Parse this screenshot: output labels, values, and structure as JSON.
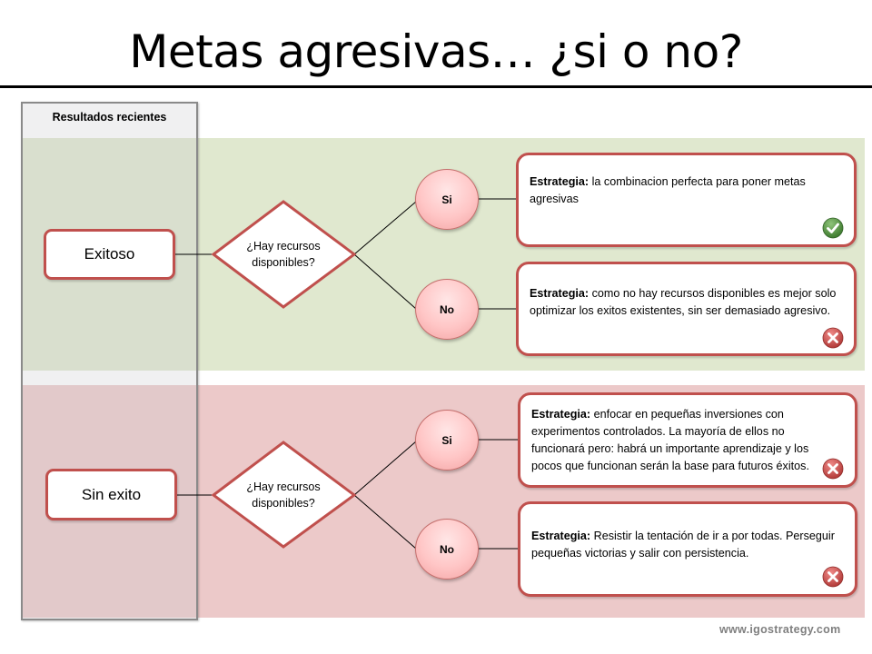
{
  "title": "Metas agresivas… ¿si o no?",
  "column_header": "Resultados recientes",
  "colors": {
    "accent_border": "#c0504d",
    "band_green": "#e0e8cf",
    "band_pink": "#ecc9c9",
    "check_green": "#4e8a3e",
    "cross_red": "#c0504d",
    "footer_gray": "#7f7f7f"
  },
  "rows": [
    {
      "outcome": "Exitoso",
      "question": [
        "¿Hay recursos",
        "disponibles?"
      ],
      "branches": [
        {
          "answer": "Si",
          "strategy_label": "Estrategia:",
          "strategy_text": " la combinacion perfecta para poner metas agresivas",
          "icon": "check-icon"
        },
        {
          "answer": "No",
          "strategy_label": "Estrategia:",
          "strategy_text": " como no hay recursos disponibles es mejor solo optimizar los exitos existentes, sin ser demasiado agresivo.",
          "icon": "cross-icon"
        }
      ]
    },
    {
      "outcome": "Sin exito",
      "question": [
        "¿Hay recursos",
        "disponibles?"
      ],
      "branches": [
        {
          "answer": "Si",
          "strategy_label": "Estrategia:",
          "strategy_text": " enfocar en pequeñas inversiones con experimentos controlados. La mayoría de ellos no funcionará pero: habrá un importante aprendizaje y los pocos que funcionan serán la base para futuros éxitos.",
          "icon": "cross-icon"
        },
        {
          "answer": "No",
          "strategy_label": "Estrategia:",
          "strategy_text": " Resistir la tentación de ir a por todas. Perseguir pequeñas victorias y salir con persistencia.",
          "icon": "cross-icon"
        }
      ]
    }
  ],
  "footer": "www.igostrategy.com"
}
